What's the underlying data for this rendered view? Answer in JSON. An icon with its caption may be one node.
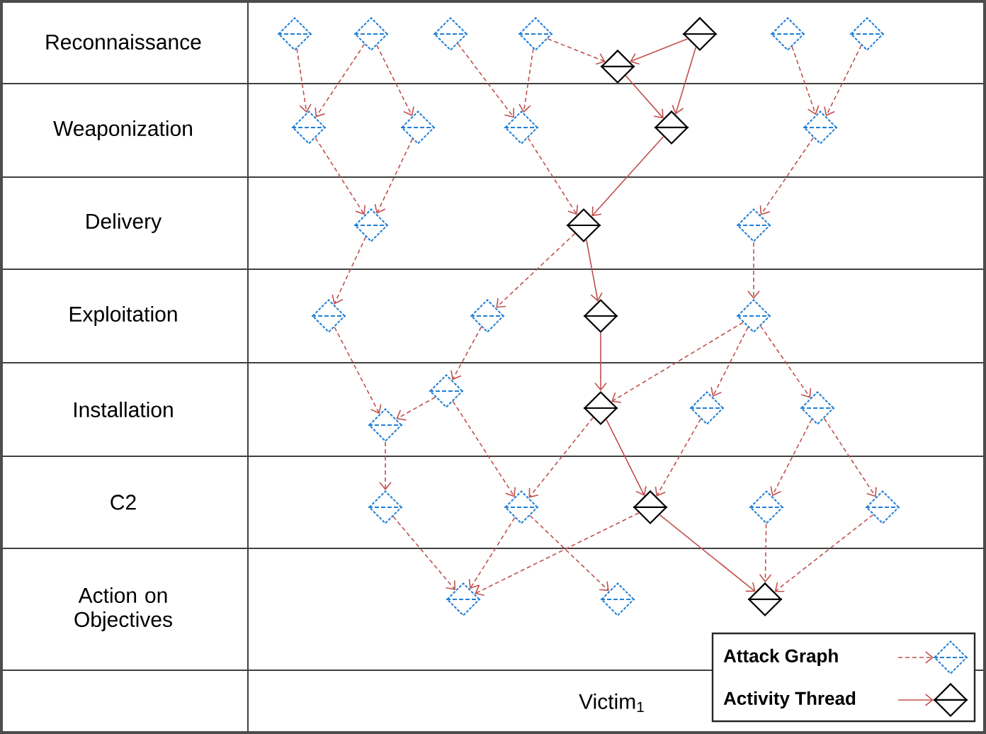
{
  "diagram": {
    "nodes": [
      {
        "text": [],
        "shape": "diamond"
      },
      {
        "text": [],
        "shape": "diamond"
      },
      {
        "text": [],
        "shape": "diamond"
      },
      {
        "text": [],
        "shape": "diamond"
      },
      {
        "text": [],
        "shape": "diamond"
      },
      {
        "text": [],
        "shape": "diamond"
      },
      {
        "text": [],
        "shape": "diamond"
      },
      {
        "text": [],
        "shape": "diamond"
      },
      {
        "text": [],
        "shape": "diamond"
      },
      {
        "text": [],
        "shape": "diamond"
      },
      {
        "text": [],
        "shape": "diamond"
      },
      {
        "text": [],
        "shape": "diamond"
      },
      {
        "text": [],
        "shape": "diamond"
      },
      {
        "text": [],
        "shape": "diamond"
      },
      {
        "text": [],
        "shape": "diamond"
      },
      {
        "text": [],
        "shape": "diamond"
      },
      {
        "text": [],
        "shape": "diamond"
      },
      {
        "text": [],
        "shape": "diamond"
      },
      {
        "text": [],
        "shape": "diamond"
      },
      {
        "text": [],
        "shape": "diamond"
      },
      {
        "text": [],
        "shape": "diamond"
      },
      {
        "text": [],
        "shape": "diamond"
      },
      {
        "text": [],
        "shape": "diamond"
      },
      {
        "text": [],
        "shape": "diamond"
      },
      {
        "text": [],
        "shape": "diamond"
      },
      {
        "text": [],
        "shape": "diamond"
      },
      {
        "text": [],
        "shape": "diamond"
      },
      {
        "text": [],
        "shape": "diamond"
      },
      {
        "text": [],
        "shape": "diamond"
      },
      {
        "text": [],
        "shape": "diamond"
      },
      {
        "text": [],
        "shape": "diamond"
      },
      {
        "text": [],
        "shape": "diamond"
      },
      {
        "text": [],
        "shape": "diamond"
      }
    ],
    "edges": [
      {
        "from": 0,
        "to": 8,
        "arrow": "to",
        "style": "dashed"
      },
      {
        "from": 1,
        "to": 8,
        "arrow": "to",
        "style": "dashed"
      },
      {
        "from": 1,
        "to": 9,
        "arrow": "to",
        "style": "dashed"
      },
      {
        "from": 2,
        "to": 10,
        "arrow": "to",
        "style": "dashed"
      },
      {
        "from": 3,
        "to": 10,
        "arrow": "to",
        "style": "dashed"
      },
      {
        "from": 3,
        "to": 4,
        "arrow": "to",
        "style": "dashed"
      },
      {
        "from": 5,
        "to": 4,
        "arrow": "to"
      },
      {
        "from": 5,
        "to": 11,
        "arrow": "to"
      },
      {
        "from": 4,
        "to": 11,
        "arrow": "to"
      },
      {
        "from": 6,
        "to": 12,
        "arrow": "to",
        "style": "dashed"
      },
      {
        "from": 7,
        "to": 12,
        "arrow": "to",
        "style": "dashed"
      },
      {
        "from": 8,
        "to": 13,
        "arrow": "to",
        "style": "dashed"
      },
      {
        "from": 9,
        "to": 13,
        "arrow": "to",
        "style": "dashed"
      },
      {
        "from": 10,
        "to": 14,
        "arrow": "to",
        "style": "dashed"
      },
      {
        "from": 11,
        "to": 14,
        "arrow": "to"
      },
      {
        "from": 12,
        "to": 15,
        "arrow": "to",
        "style": "dashed"
      },
      {
        "from": 13,
        "to": 16,
        "arrow": "to",
        "style": "dashed"
      },
      {
        "from": 14,
        "to": 17,
        "arrow": "to",
        "style": "dashed"
      },
      {
        "from": 14,
        "to": 18,
        "arrow": "to"
      },
      {
        "from": 15,
        "to": 19,
        "arrow": "to",
        "style": "dashed"
      },
      {
        "from": 16,
        "to": 20,
        "arrow": "to",
        "style": "dashed"
      },
      {
        "from": 17,
        "to": 21,
        "arrow": "to",
        "style": "dashed"
      },
      {
        "from": 18,
        "to": 22,
        "arrow": "to"
      },
      {
        "from": 19,
        "to": 22,
        "arrow": "to",
        "style": "dashed"
      },
      {
        "from": 19,
        "to": 23,
        "arrow": "to",
        "style": "dashed"
      },
      {
        "from": 19,
        "to": 24,
        "arrow": "to",
        "style": "dashed"
      },
      {
        "from": 21,
        "to": 20,
        "arrow": "to",
        "style": "dashed"
      },
      {
        "from": 20,
        "to": 25,
        "arrow": "to",
        "style": "dashed"
      },
      {
        "from": 21,
        "to": 26,
        "arrow": "to",
        "style": "dashed"
      },
      {
        "from": 22,
        "to": 26,
        "arrow": "to",
        "style": "dashed"
      },
      {
        "from": 22,
        "to": 27,
        "arrow": "to"
      },
      {
        "from": 23,
        "to": 27,
        "arrow": "to",
        "style": "dashed"
      },
      {
        "from": 24,
        "to": 28,
        "arrow": "to",
        "style": "dashed"
      },
      {
        "from": 24,
        "to": 29,
        "arrow": "to",
        "style": "dashed"
      },
      {
        "from": 25,
        "to": 30,
        "arrow": "to",
        "style": "dashed"
      },
      {
        "from": 26,
        "to": 30,
        "arrow": "to",
        "style": "dashed"
      },
      {
        "from": 26,
        "to": 31,
        "arrow": "to",
        "style": "dashed"
      },
      {
        "from": 27,
        "to": 30,
        "arrow": "to",
        "style": "dashed"
      },
      {
        "from": 27,
        "to": 32,
        "arrow": "to"
      },
      {
        "from": 28,
        "to": 32,
        "arrow": "to",
        "style": "dashed"
      },
      {
        "from": 29,
        "to": 32,
        "arrow": "to",
        "style": "dashed"
      }
    ],
    "labels": [
      "Reconnaissance",
      "Weaponization",
      "Delivery",
      "Exploitation",
      "Installation",
      "C2",
      "Action on Objectives",
      "Victim$_{1}$"
    ],
    "legend": [
      {
        "text": "Attack Graph"
      },
      {
        "text": "Activity Thread"
      }
    ]
  }
}
